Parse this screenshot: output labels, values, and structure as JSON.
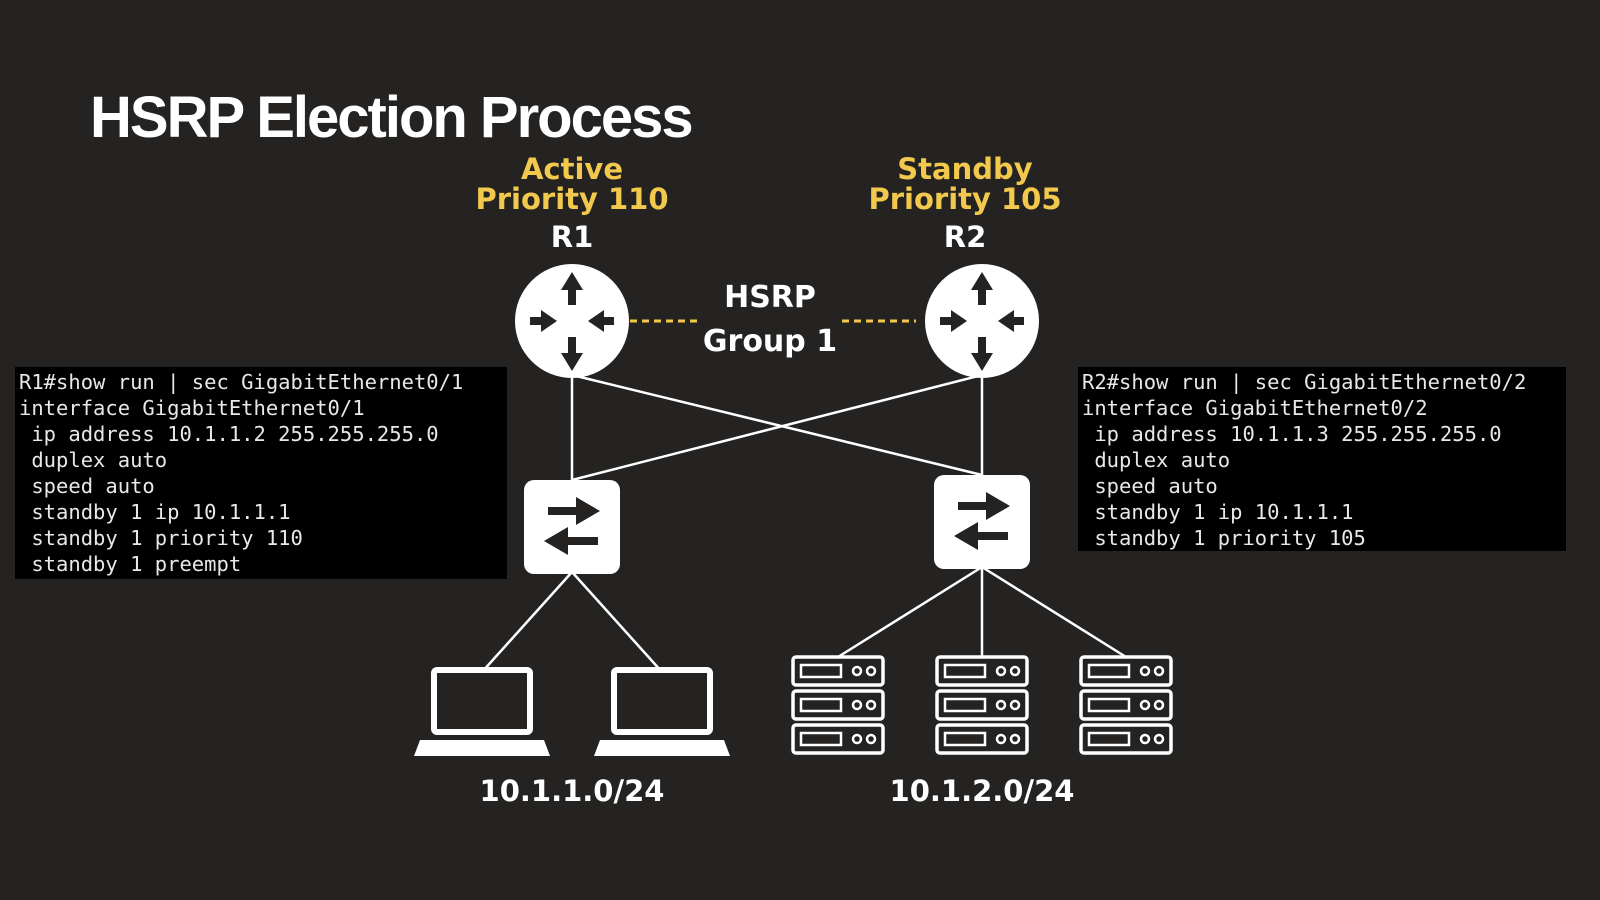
{
  "title": "HSRP Election Process",
  "r1": {
    "role": "Active",
    "priority": "Priority 110",
    "name": "R1"
  },
  "r2": {
    "role": "Standby",
    "priority": "Priority 105",
    "name": "R2"
  },
  "hsrp_group": {
    "line1": "HSRP",
    "line2": "Group 1"
  },
  "r1_config": [
    "R1#show run | sec GigabitEthernet0/1",
    "interface GigabitEthernet0/1",
    " ip address 10.1.1.2 255.255.255.0",
    " duplex auto",
    " speed auto",
    " standby 1 ip 10.1.1.1",
    " standby 1 priority 110",
    " standby 1 preempt"
  ],
  "r2_config": [
    "R2#show run | sec GigabitEthernet0/2",
    "interface GigabitEthernet0/2",
    " ip address 10.1.1.3 255.255.255.0",
    " duplex auto",
    " speed auto",
    " standby 1 ip 10.1.1.1",
    " standby 1 priority 105"
  ],
  "subnets": {
    "left": "10.1.1.0/24",
    "right": "10.1.2.0/24"
  },
  "colors": {
    "background": "#252321",
    "accent": "#f2c94c",
    "icon": "#ffffff"
  },
  "icons": [
    "router-icon",
    "switch-icon",
    "laptop-icon",
    "server-icon"
  ]
}
